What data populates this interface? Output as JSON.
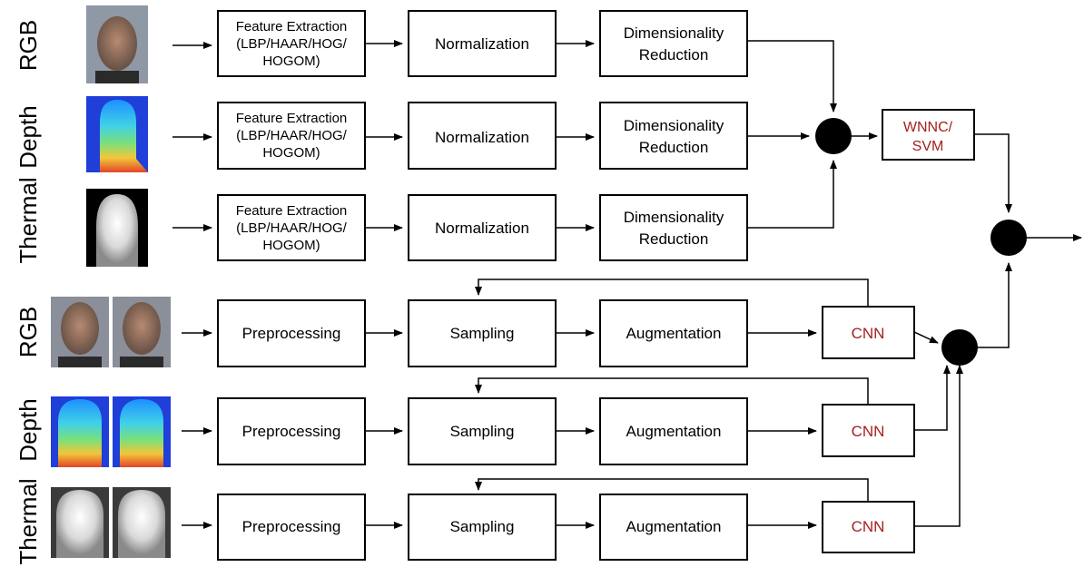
{
  "colors": {
    "accent_text": "#a31f1f",
    "line": "#000000",
    "box_fill": "#ffffff"
  },
  "rows_top": [
    {
      "modality": "RGB",
      "image_icon": "rgb-face-photo",
      "steps": [
        "Feature Extraction",
        "(LBP/HAAR/HOG/",
        "HOGOM)"
      ],
      "norm": "Normalization",
      "dr": [
        "Dimensionality",
        "Reduction"
      ]
    },
    {
      "modality": "Depth",
      "image_icon": "depth-face-map",
      "steps": [
        "Feature Extraction",
        "(LBP/HAAR/HOG/",
        "HOGOM)"
      ],
      "norm": "Normalization",
      "dr": [
        "Dimensionality",
        "Reduction"
      ]
    },
    {
      "modality": "Thermal",
      "image_icon": "thermal-face-image",
      "steps": [
        "Feature Extraction",
        "(LBP/HAAR/HOG/",
        "HOGOM)"
      ],
      "norm": "Normalization",
      "dr": [
        "Dimensionality",
        "Reduction"
      ]
    }
  ],
  "classifier": [
    "WNNC/",
    "SVM"
  ],
  "rows_bottom": [
    {
      "modality": "RGB",
      "image_icon": "rgb-face-photo",
      "pre": "Preprocessing",
      "samp": "Sampling",
      "aug": "Augmentation",
      "cnn": "CNN"
    },
    {
      "modality": "Depth",
      "image_icon": "depth-face-map",
      "pre": "Preprocessing",
      "samp": "Sampling",
      "aug": "Augmentation",
      "cnn": "CNN"
    },
    {
      "modality": "Thermal",
      "image_icon": "thermal-face-image",
      "pre": "Preprocessing",
      "samp": "Sampling",
      "aug": "Augmentation",
      "cnn": "CNN"
    }
  ]
}
